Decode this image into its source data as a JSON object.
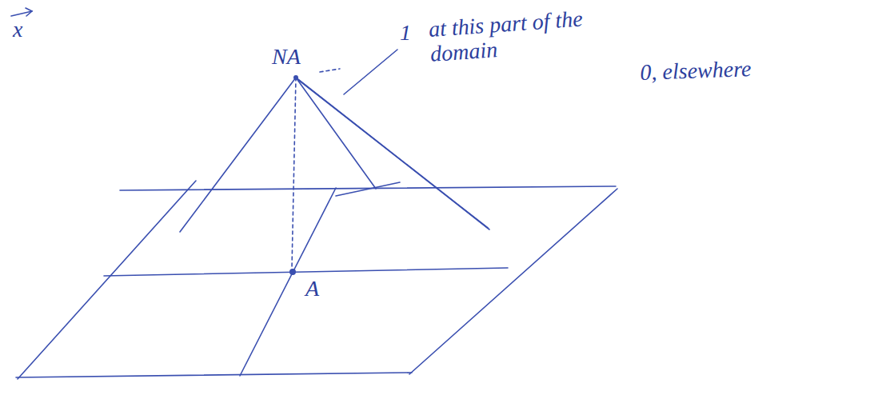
{
  "diagram": {
    "labels": [
      "x",
      "1",
      "at this part of the domain",
      "0, elsewhere",
      "NA",
      "A"
    ]
  }
}
